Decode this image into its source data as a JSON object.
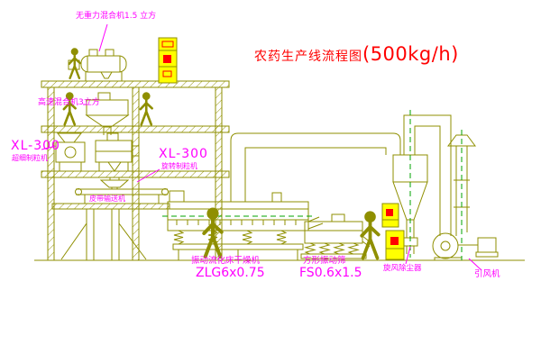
{
  "title": {
    "name": "农药生产线流程图",
    "capacity": "(500kg/h)"
  },
  "labels": {
    "top_mixer": "无重力混合机1.5 立方",
    "high_speed_mixer": "高速混合机3立方",
    "granulator_left": {
      "model": "XL-300",
      "name": "超细制粒机"
    },
    "granulator_center": {
      "model": "XL-300",
      "name": "旋转制粒机"
    },
    "belt_conveyor": "皮带输送机",
    "dryer": {
      "name": "振动流化床干燥机",
      "model": "ZLG6x0.75"
    },
    "sieve": {
      "name": "方形振动筛",
      "model": "FS0.6x1.5"
    },
    "dust_collector": "旋风除尘器",
    "fan": "引风机"
  },
  "colors": {
    "line": "#8f8f00",
    "label": "#ff00ff",
    "title": "#ff0000",
    "panel_fill": "#ffff00",
    "panel_accent": "#ff0000",
    "centerline": "#00a300",
    "background": "#ffffff"
  }
}
